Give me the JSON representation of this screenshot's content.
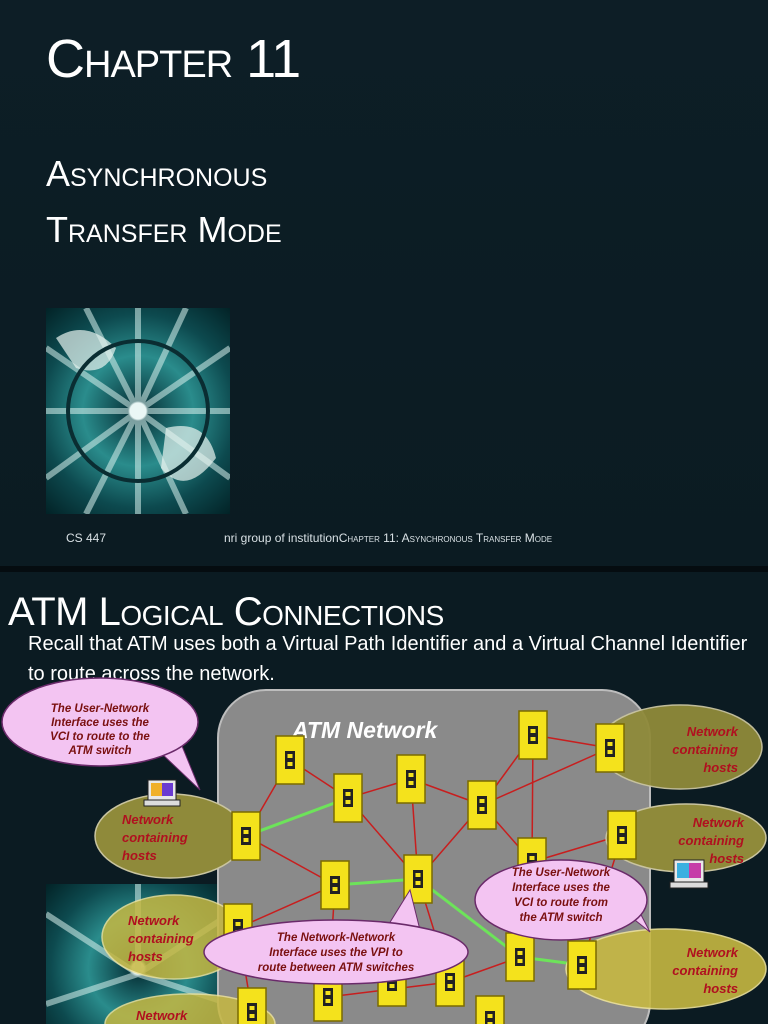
{
  "slide1": {
    "title": "Chapter 11",
    "subtitle_line1": "Asynchronous",
    "subtitle_line2": "Transfer Mode",
    "footer_course": "CS 447",
    "footer_group": "nri group of institution",
    "footer_chapter": "Chapter 11: Asynchronous Transfer Mode"
  },
  "slide2": {
    "title": "ATM Logical Connections",
    "body": "Recall that ATM uses both a Virtual Path Identifier and a Virtual Channel Identifier to route across the network.",
    "diagram": {
      "network_label": "ATM Network",
      "hosts_label": "Network containing hosts",
      "hosts_label_cut": "Network",
      "callout_uni_left": "The User-Network Interface uses the VCI to route to the ATM switch",
      "callout_uni_right": "The User-Network Interface uses the VCI to route from the ATM switch",
      "callout_nni": "The Network-Network Interface uses the VPI to route between ATM switches"
    }
  },
  "colors": {
    "background": "#0c1c24",
    "network_cloud": "#8a8a8a",
    "switch_fill": "#f4e21c",
    "host_ellipse": "#8f8a3a",
    "callout_fill": "#f3c4f2",
    "link_red": "#c81e1e",
    "link_green": "#6de35a"
  }
}
